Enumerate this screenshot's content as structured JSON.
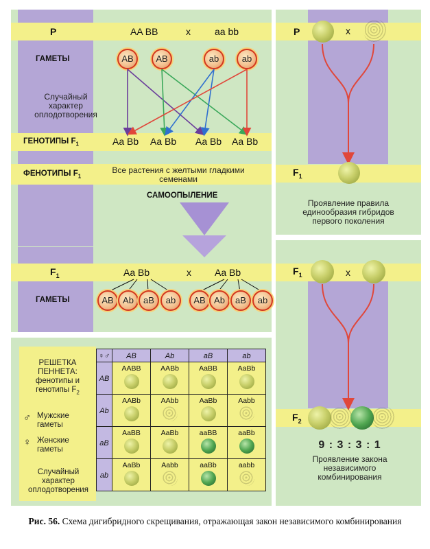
{
  "top": {
    "p_label": "P",
    "p_left": "AA BB",
    "p_cross": "x",
    "p_right": "aa bb",
    "gametes_label": "ГАМЕТЫ",
    "gametes": [
      "AB",
      "AB",
      "ab",
      "ab"
    ],
    "random_fert": "Случайный характер оплодотворения",
    "genotypes_label": "ГЕНОТИПЫ F",
    "genotypes_sub": "1",
    "genotypes": [
      "Aa Bb",
      "Aa Bb",
      "Aa Bb",
      "Aa Bb"
    ],
    "phenotypes_label": "ФЕНОТИПЫ F",
    "phenotypes_sub": "1",
    "phenotypes_text": "Все растения с желтыми гладкими семенами",
    "selfing": "САМООПЫЛЕНИЕ"
  },
  "mid": {
    "f1_label": "F",
    "f1_sub": "1",
    "left": "Aa Bb",
    "cross": "x",
    "right": "Aa Bb",
    "gametes_label": "ГАМЕТЫ",
    "gametes_left": [
      "AB",
      "Ab",
      "aB",
      "ab"
    ],
    "gametes_right": [
      "AB",
      "Ab",
      "aB",
      "ab"
    ]
  },
  "punnett": {
    "title": "РЕШЕТКА ПЕННЕТА: фенотипы и генотипы F",
    "title_sub": "2",
    "male_symbol": "♂",
    "male_text": "Мужские гаметы",
    "female_symbol": "♀",
    "female_text": "Женские гаметы",
    "random_text": "Случайный характер оплодотворения",
    "corner": "♀♂",
    "cols": [
      "AB",
      "Ab",
      "aB",
      "ab"
    ],
    "rows": [
      "AB",
      "Ab",
      "aB",
      "ab"
    ],
    "cells": [
      [
        "AABB",
        "AABb",
        "AaBB",
        "AaBb"
      ],
      [
        "AABb",
        "AAbb",
        "AaBb",
        "Aabb"
      ],
      [
        "AaBB",
        "AaBb",
        "aaBB",
        "aaBb"
      ],
      [
        "AaBb",
        "Aabb",
        "aaBb",
        "aabb"
      ]
    ],
    "phenotypes": [
      [
        "yellow-smooth",
        "yellow-smooth",
        "yellow-smooth",
        "yellow-smooth"
      ],
      [
        "yellow-smooth",
        "yellow-wrinkled",
        "yellow-smooth",
        "yellow-wrinkled"
      ],
      [
        "yellow-smooth",
        "yellow-smooth",
        "green-smooth",
        "green-smooth"
      ],
      [
        "yellow-smooth",
        "yellow-wrinkled",
        "green-smooth",
        "green-wrinkled"
      ]
    ]
  },
  "right": {
    "p_label": "P",
    "p_cross": "x",
    "f1_label": "F",
    "f1_sub": "1",
    "uniformity_text": "Проявление правила единообразия гибридов первого поколения",
    "f1_cross_label": "F",
    "f1_cross_sub": "1",
    "f1_cross": "x",
    "f2_label": "F",
    "f2_sub": "2",
    "ratio": "9 : 3 : 3 : 1",
    "law_text": "Проявление закона независимого комбинирования"
  },
  "caption": {
    "prefix": "Рис. 56.",
    "text": "Схема дигибридного скрещивания, отражающая закон независимого комбинирования"
  },
  "colors": {
    "panel": "#cfe7c3",
    "violet": "#b4a6d6",
    "band": "#f3f08a",
    "gamete_border": "#d4371d",
    "arrow_red": "#e0473a",
    "arrow_purple": "#6a3d9a",
    "arrow_green": "#3aa85a",
    "arrow_blue": "#2f6fcf"
  }
}
